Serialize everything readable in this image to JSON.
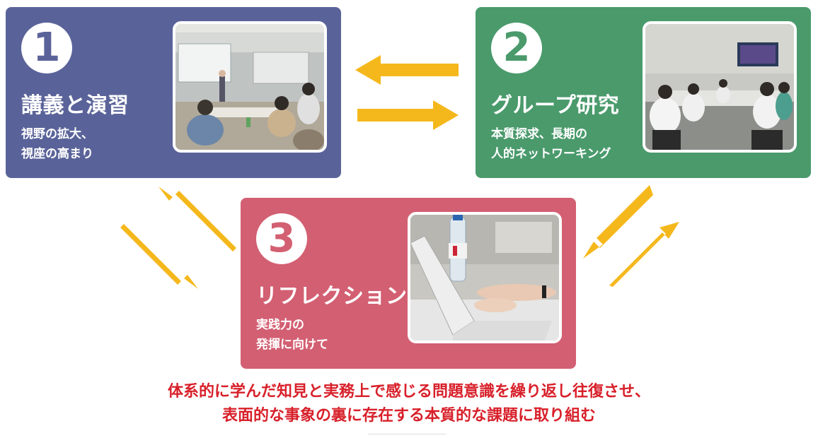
{
  "steps": [
    {
      "number": "1",
      "title": "講義と演習",
      "desc_lines": [
        "視野の拡大、",
        "視座の高まり"
      ],
      "photo": "lecture-room-photo"
    },
    {
      "number": "2",
      "title": "グループ研究",
      "desc_lines": [
        "本質探求、長期の",
        "人的ネットワーキング"
      ],
      "photo": "group-discussion-photo"
    },
    {
      "number": "3",
      "title": "リフレクション",
      "desc_lines": [
        "実践力の",
        "発揮に向けて"
      ],
      "photo": "laptop-typing-photo"
    }
  ],
  "message": {
    "line1": "体系的に学んだ知見と実務上で感じる問題意識を繰り返し往復させ、",
    "line2": "表面的な事象の裏に存在する本質的な課題に取り組む"
  },
  "colors": {
    "step1": "#5a6399",
    "step2": "#4a9a6c",
    "step3": "#d35f72",
    "arrow": "#f5b81c",
    "message": "#d8202a"
  }
}
